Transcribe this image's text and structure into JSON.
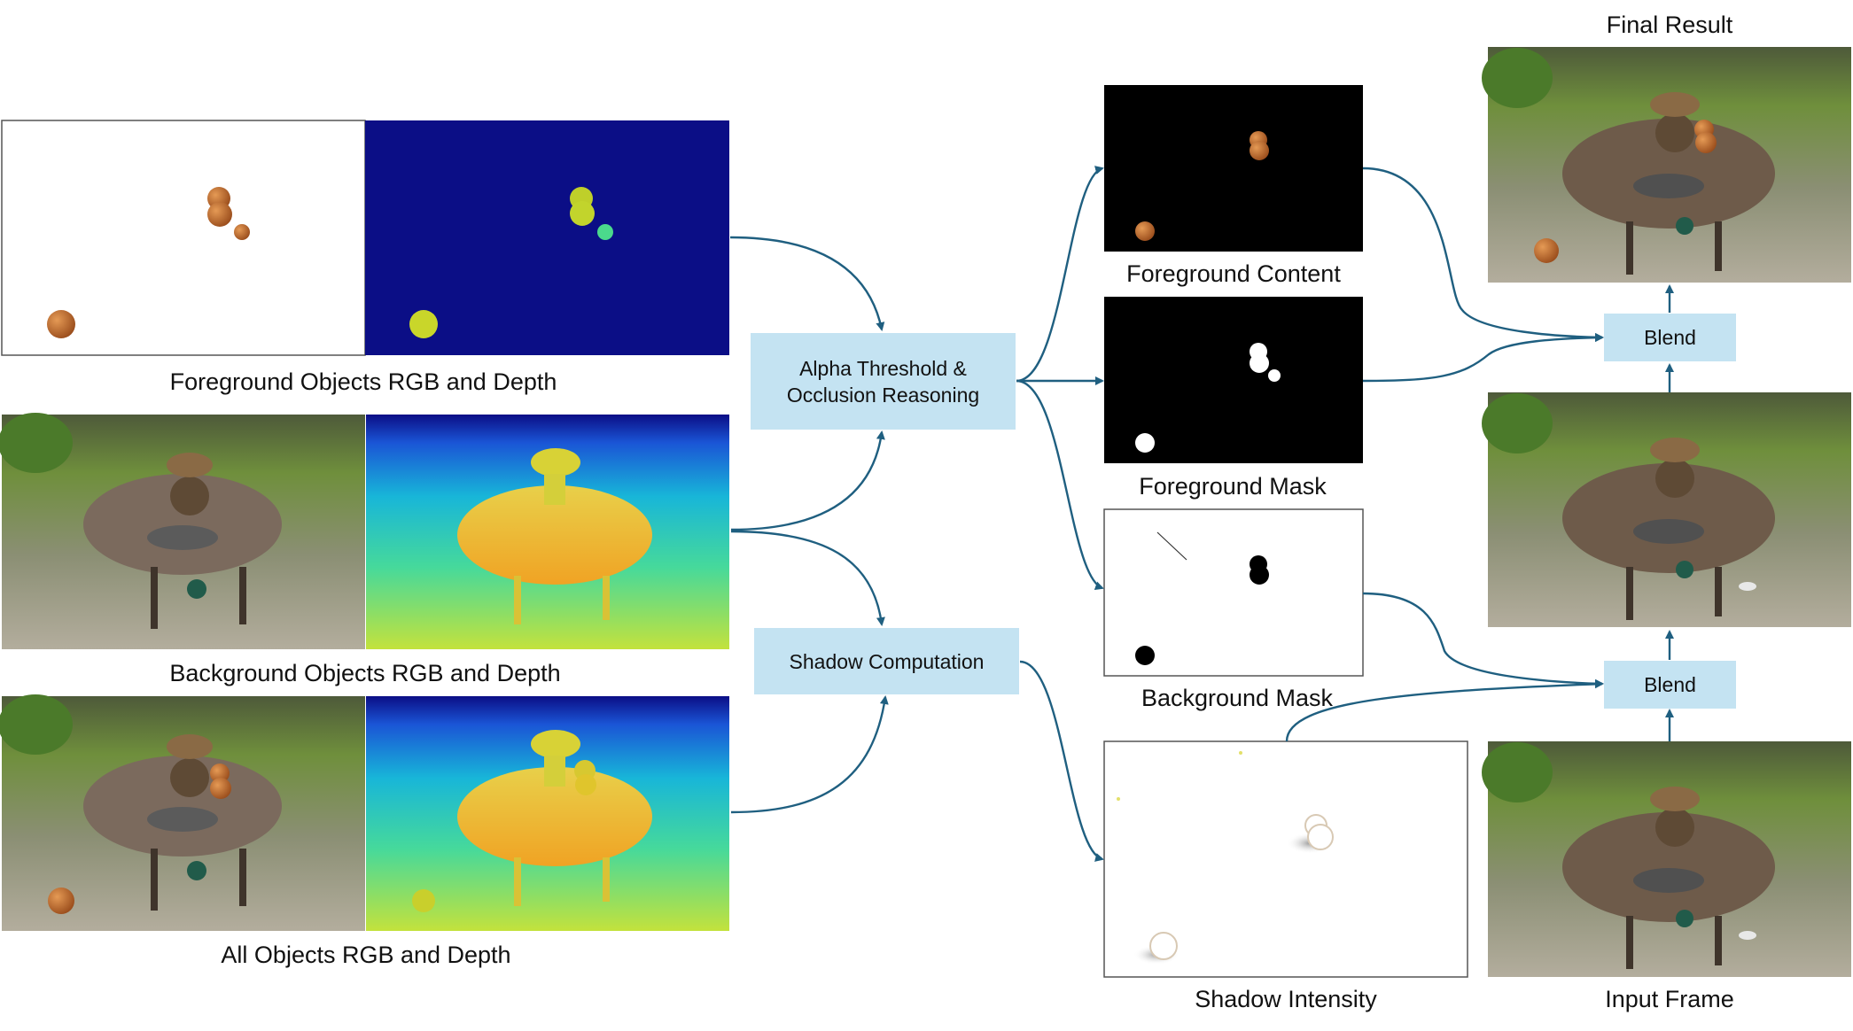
{
  "captions": {
    "fg_rgbd": "Foreground Objects RGB and Depth",
    "bg_rgbd": "Background Objects RGB and Depth",
    "all_rgbd": "All Objects RGB and Depth",
    "fg_content": "Foreground Content",
    "fg_mask": "Foreground Mask",
    "bg_mask": "Background Mask",
    "shadow_intensity": "Shadow Intensity",
    "final_result": "Final Result",
    "input_frame": "Input Frame"
  },
  "boxes": {
    "alpha_line1": "Alpha Threshold &",
    "alpha_line2": "Occlusion Reasoning",
    "shadow": "Shadow Computation",
    "blend_top": "Blend",
    "blend_bottom": "Blend"
  },
  "colors": {
    "arrow": "#1f5f80",
    "box_fill": "#c4e3f2",
    "depth_far": "#0b0e86",
    "depth_near": "#f5b020",
    "ball": "#c7702d",
    "grass": "#6f8f3c",
    "table": "#7b6a5d"
  },
  "icons": [
    "arrow-icon"
  ]
}
